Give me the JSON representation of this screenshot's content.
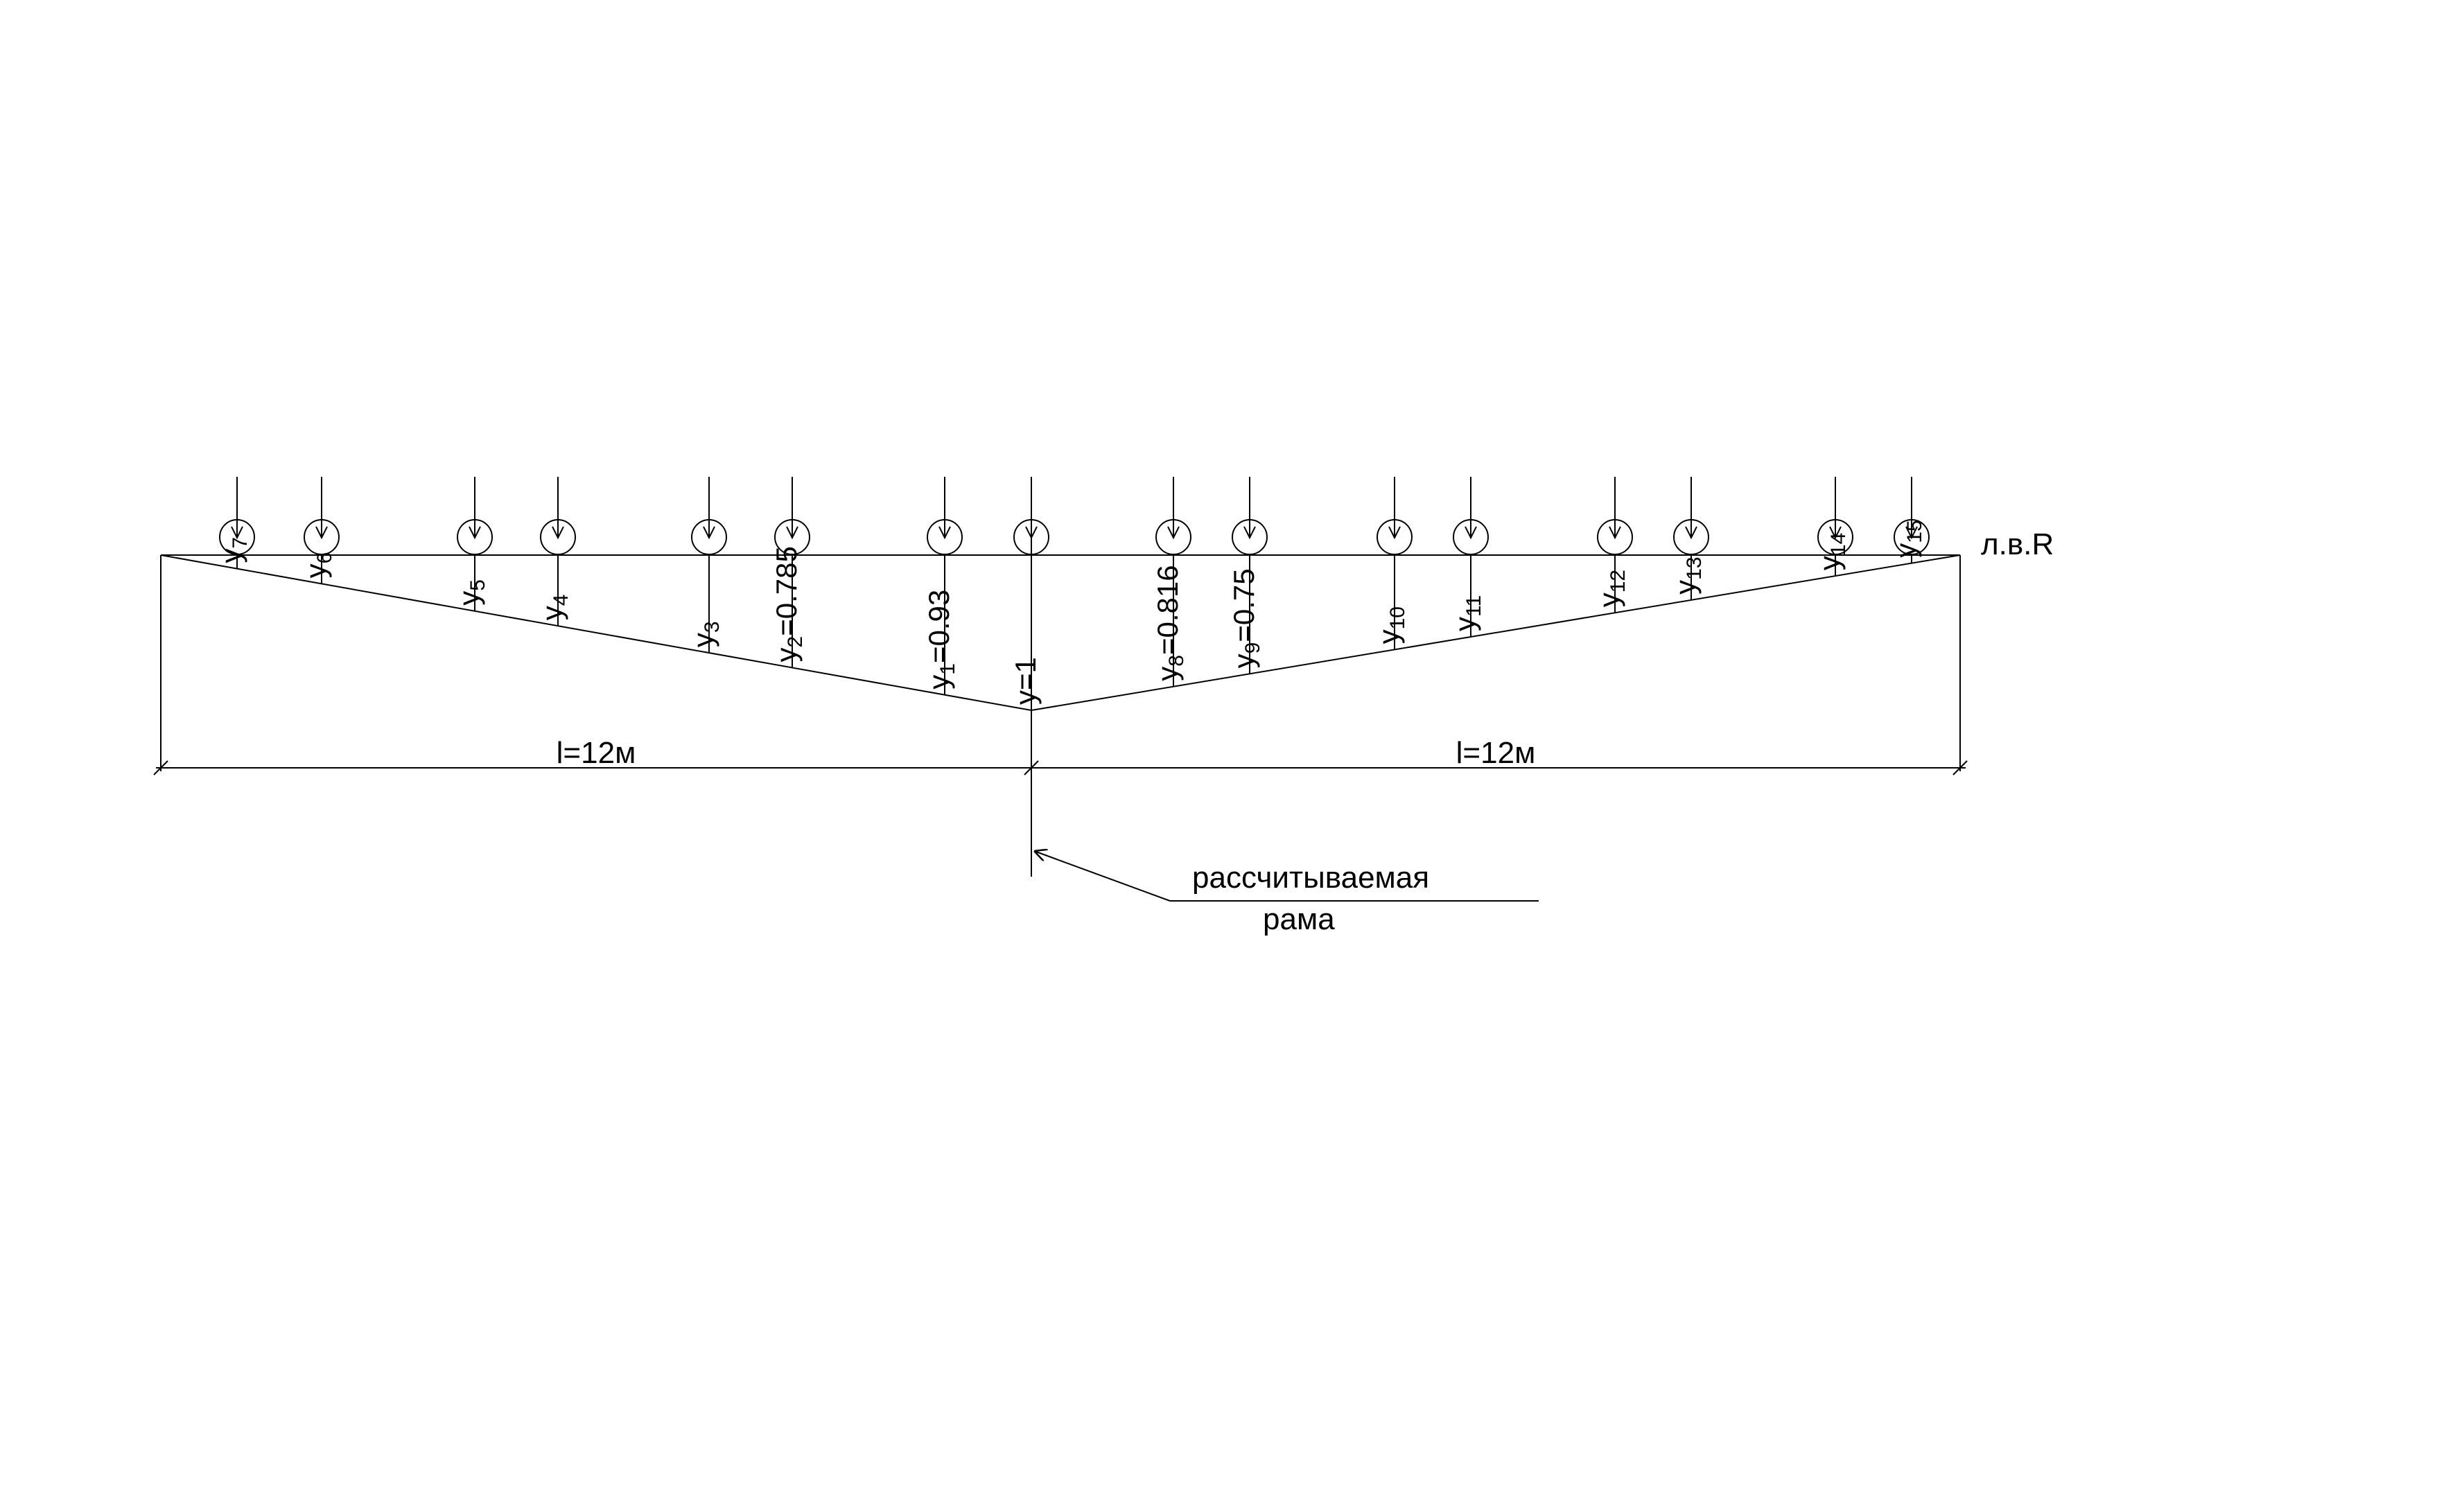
{
  "diagram": {
    "line_label": "л.в.R",
    "span_left_label": "l=12м",
    "span_right_label": "l=12м",
    "frame_callout": [
      "рассчитываемая",
      "рама"
    ],
    "ordinates": [
      {
        "id": "y7",
        "label": "y",
        "sub": "7",
        "value": ""
      },
      {
        "id": "y6",
        "label": "y",
        "sub": "6",
        "value": ""
      },
      {
        "id": "y5",
        "label": "y",
        "sub": "5",
        "value": ""
      },
      {
        "id": "y4",
        "label": "y",
        "sub": "4",
        "value": ""
      },
      {
        "id": "y3",
        "label": "y",
        "sub": "3",
        "value": ""
      },
      {
        "id": "y2",
        "label": "y",
        "sub": "2",
        "value": "=0.785"
      },
      {
        "id": "y1",
        "label": "y",
        "sub": "1",
        "value": "=0.93"
      },
      {
        "id": "y",
        "label": "y",
        "sub": "",
        "value": "=1"
      },
      {
        "id": "y8",
        "label": "y",
        "sub": "8",
        "value": "=0.816"
      },
      {
        "id": "y9",
        "label": "y",
        "sub": "9",
        "value": "=0.75"
      },
      {
        "id": "y10",
        "label": "y",
        "sub": "10",
        "value": ""
      },
      {
        "id": "y11",
        "label": "y",
        "sub": "11",
        "value": ""
      },
      {
        "id": "y12",
        "label": "y",
        "sub": "12",
        "value": ""
      },
      {
        "id": "y13",
        "label": "y",
        "sub": "13",
        "value": ""
      },
      {
        "id": "y14",
        "label": "y",
        "sub": "14",
        "value": ""
      },
      {
        "id": "y15",
        "label": "y",
        "sub": "15",
        "value": ""
      }
    ]
  }
}
